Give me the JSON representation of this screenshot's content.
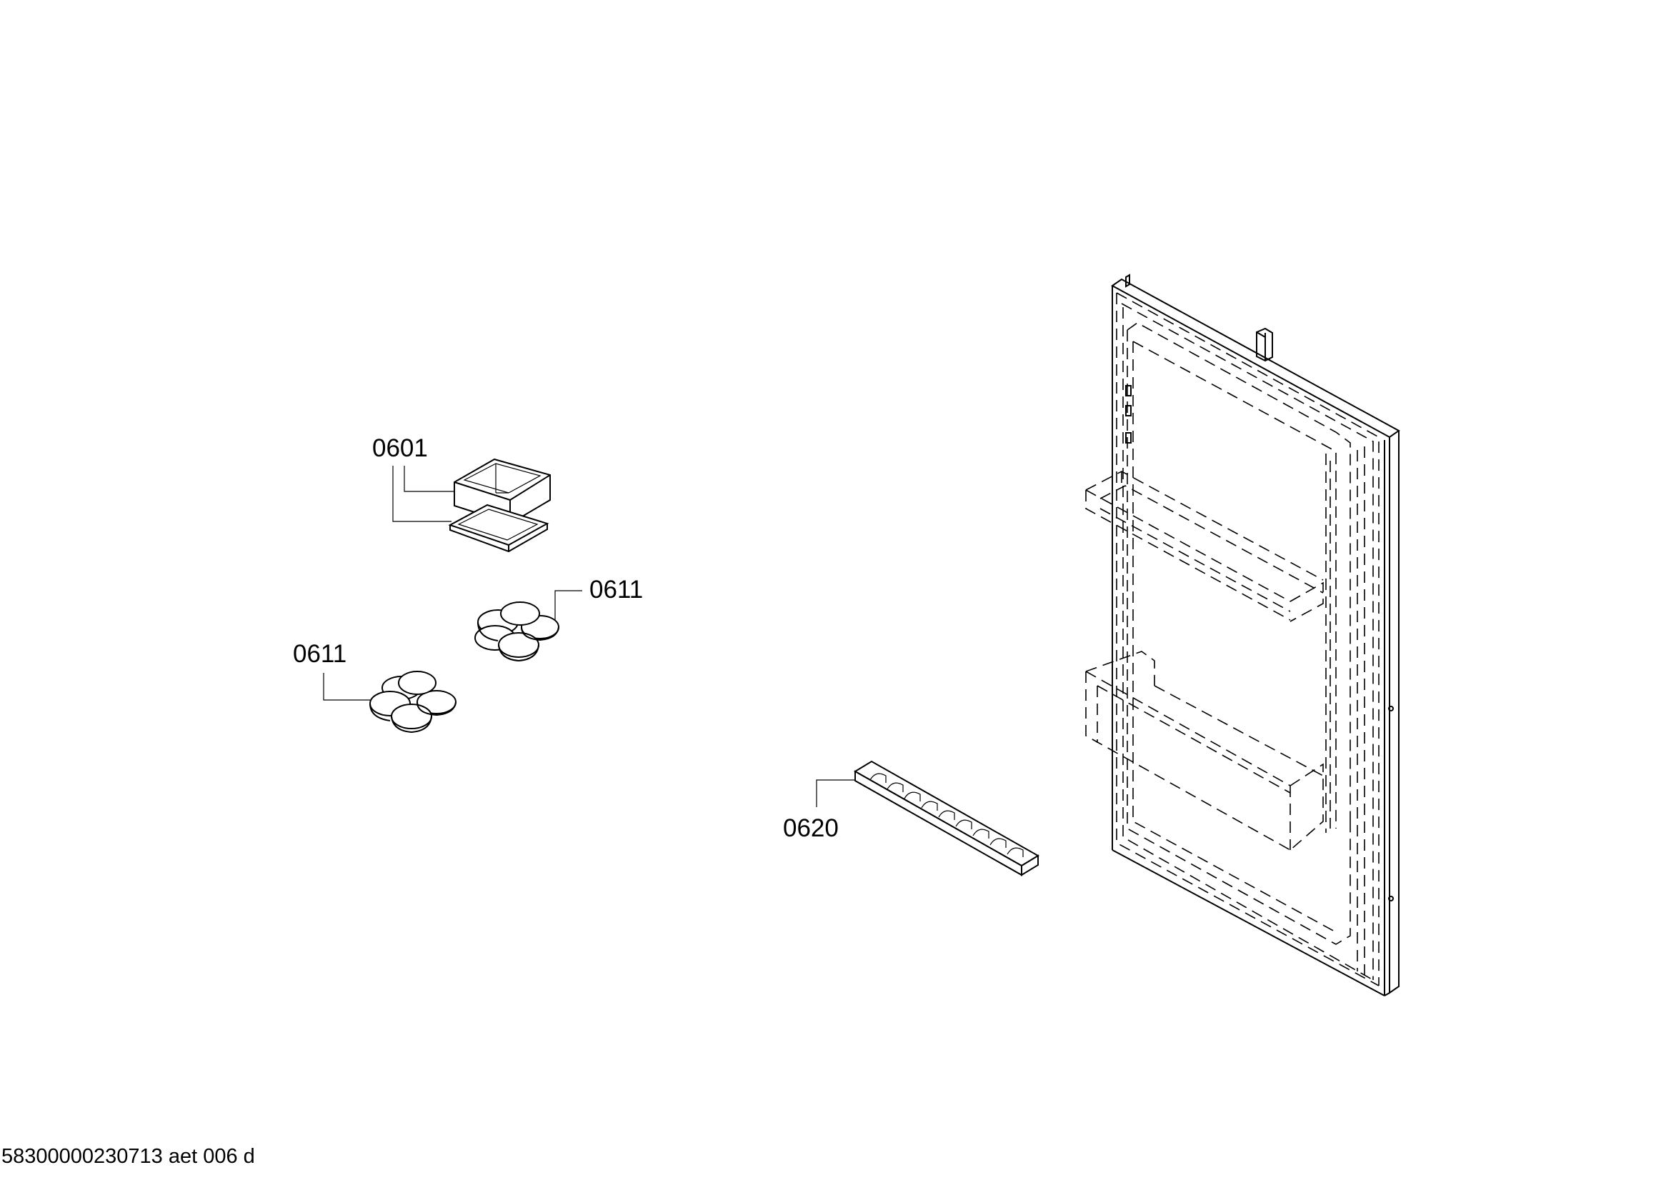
{
  "labels": {
    "part_0601": "0601",
    "part_0611_a": "0611",
    "part_0611_b": "0611",
    "part_0620": "0620"
  },
  "footer": "58300000230713 aet 006 d"
}
